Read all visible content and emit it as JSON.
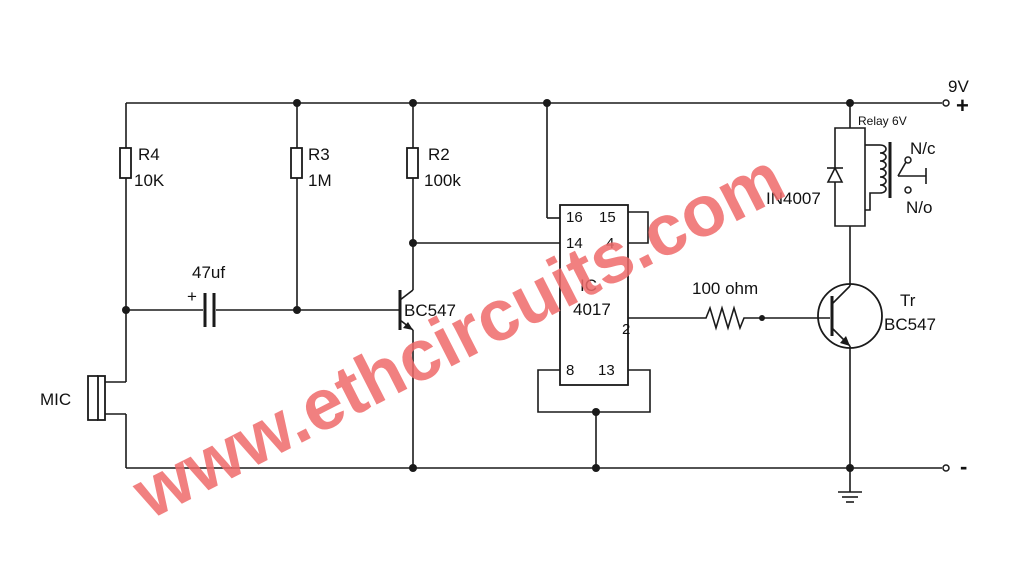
{
  "supply": {
    "positive_label": "9V",
    "positive_sign": "+",
    "negative_sign": "-"
  },
  "components": {
    "r4": {
      "ref": "R4",
      "value": "10K"
    },
    "r3": {
      "ref": "R3",
      "value": "1M"
    },
    "r2": {
      "ref": "R2",
      "value": "100k"
    },
    "c1": {
      "value": "47uf",
      "polarity": "+"
    },
    "q1": {
      "type": "BC547"
    },
    "mic": {
      "label": "MIC"
    },
    "ic": {
      "ref": "IC",
      "type": "4017",
      "pins": [
        "16",
        "15",
        "14",
        "4",
        "2",
        "8",
        "13"
      ]
    },
    "r5": {
      "value": "100 ohm"
    },
    "relay": {
      "label": "Relay 6V",
      "nc": "N/c",
      "no": "N/o"
    },
    "diode": {
      "type": "IN4007"
    },
    "q2": {
      "ref": "Tr",
      "type": "BC547"
    }
  },
  "watermark": "www.ethcircuits.com",
  "colors": {
    "wire": "#1a1a1a",
    "watermark": "#ef6b6b",
    "background": "#ffffff"
  }
}
